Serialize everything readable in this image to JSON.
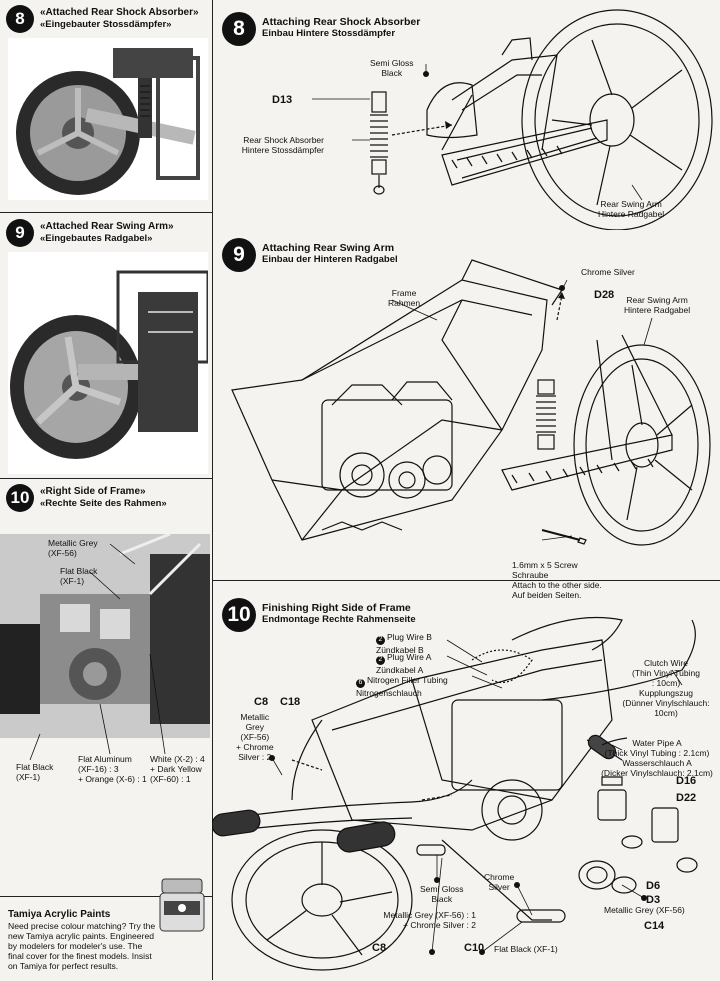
{
  "sidebar": {
    "panels": [
      {
        "step": "8",
        "title": "«Attached Rear Shock Absorber»",
        "subtitle": "«Eingebauter Stossdämpfer»"
      },
      {
        "step": "9",
        "title": "«Attached Rear Swing Arm»",
        "subtitle": "«Eingebautes Radgabel»"
      },
      {
        "step": "10",
        "title": "«Right Side of Frame»",
        "subtitle": "«Rechte Seite des Rahmen»"
      }
    ],
    "paint_labels": {
      "metallic_grey": "Metallic Grey\n(XF-56)",
      "flat_black_top": "Flat Black\n(XF-1)",
      "flat_black_bottom": "Flat Black\n(XF-1)",
      "flat_aluminum": "Flat Aluminum\n(XF-16) : 3\n+ Orange (X-6) : 1",
      "white_mix": "White (X-2) : 4\n+ Dark Yellow\n(XF-60) : 1"
    },
    "ad": {
      "title": "Tamiya Acrylic Paints",
      "body": "Need precise colour matching? Try the new Tamiya acrylic paints. Engineered by modelers for modeler's use. The final cover for the finest models. Insist on Tamiya for perfect results."
    }
  },
  "step8": {
    "number": "8",
    "title": "Attaching Rear Shock Absorber",
    "subtitle": "Einbau Hintere Stossdämpfer",
    "labels": {
      "semi_gloss": "Semi Gloss\nBlack",
      "part": "D13",
      "shock": "Rear Shock Absorber\nHintere Stossdämpfer",
      "swing": "Rear Swing Arm\nHintere Radgabel"
    }
  },
  "step9": {
    "number": "9",
    "title": "Attaching Rear Swing Arm",
    "subtitle": "Einbau der Hinteren Radgabel",
    "labels": {
      "chrome": "Chrome Silver",
      "part": "D28",
      "frame": "Frame\nRahmen",
      "swing": "Rear Swing Arm\nHintere Radgabel",
      "screw": "1.6mm x 5 Screw\nSchraube\nAttach to the other side.\nAuf beiden Seiten."
    }
  },
  "step10": {
    "number": "10",
    "title": "Finishing Right Side of Frame",
    "subtitle": "Endmontage Rechte Rahmenseite",
    "labels": {
      "plug_b": "Plug Wire B\nZündkabel B",
      "plug_b_num": "2",
      "plug_a": "Plug Wire A\nZündkabel A",
      "plug_a_num": "2",
      "nitrogen": "Nitrogen Filler Tubing\nNitrogenschlauch",
      "nitrogen_num": "6",
      "clutch": "Clutch Wire\n(Thin Vinyl Tubing\n: 10cm)\nKupplungszug\n(Dünner Vinylschlauch:\n10cm)",
      "water": "Water Pipe A\n(Thick Vinyl Tubing : 2.1cm)\nWasserschlauch A\n(Dicker Vinylschlauch: 2.1cm)",
      "c8_top": "C8",
      "c18": "C18",
      "metallic_mix": "Metallic\nGrey\n(XF-56)\n+ Chrome\nSilver : 2",
      "d16": "D16",
      "d22": "D22",
      "d6": "D6",
      "d3": "D3",
      "semi_gloss": "Semi Gloss\nBlack",
      "chrome": "Chrome\nSilver",
      "metallic_grey_right": "Metallic Grey (XF-56)",
      "c14": "C14",
      "metallic_mix_bottom": "Metallic Grey (XF-56) : 1\n+ Chrome Silver : 2",
      "c8_bottom": "C8",
      "c10": "C10",
      "flat_black": "Flat Black (XF-1)"
    }
  }
}
